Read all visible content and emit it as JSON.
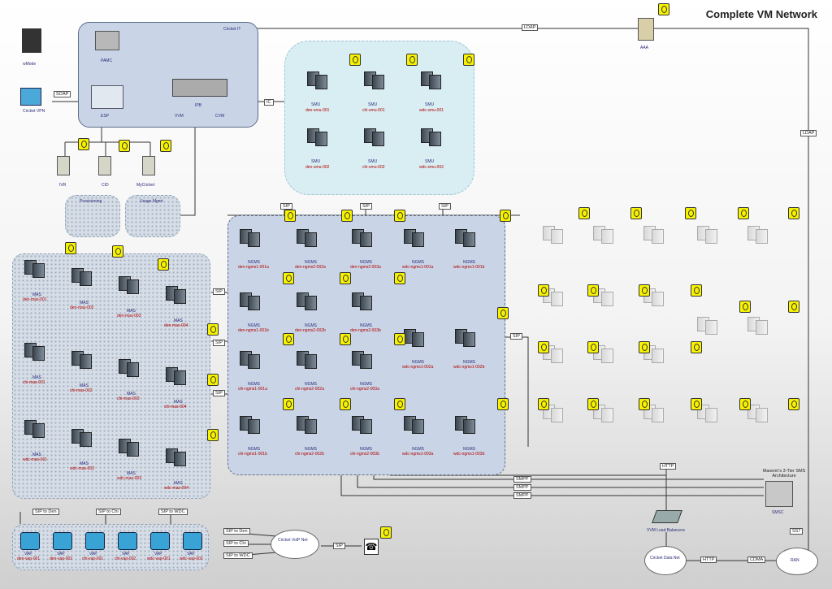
{
  "title": "Complete VM Network",
  "top_nodes": {
    "wmode": "wMode",
    "cricket_vpn": "Cricket VPN",
    "aaa": "AAA",
    "pamc": "PAMC",
    "esp": "ESP",
    "vvm": "VVM",
    "ipb": "IPB",
    "cvm": "CVM",
    "cricket_it": "Cricket IT",
    "ivr": "IVR",
    "cid": "CID",
    "mycricket": "MyCricket",
    "provisioning": "Provisioning",
    "usage_mgmt": "Usage Mgmt"
  },
  "protocols": {
    "soap": "SOAP",
    "ldap": "LDAP",
    "lda": "LDAP",
    "sip": "SIP",
    "http": "HTTP",
    "smpp": "SMPP",
    "cdma": "CDMA",
    "ss7": "SS7",
    "ic": "IC"
  },
  "smu": [
    {
      "role": "SMU",
      "name": "den-smu-001"
    },
    {
      "role": "SMU",
      "name": "chi-smu-001"
    },
    {
      "role": "SMU",
      "name": "wdc-smu-001"
    },
    {
      "role": "SMU",
      "name": "den-smu-002"
    },
    {
      "role": "SMU",
      "name": "chi-smu-002"
    },
    {
      "role": "SMU",
      "name": "wdc-smu-002"
    }
  ],
  "ngms": [
    {
      "role": "NGMS",
      "name": "den-ngms1-001a"
    },
    {
      "role": "NGMS",
      "name": "den-ngms2-002a"
    },
    {
      "role": "NGMS",
      "name": "den-ngms2-003a"
    },
    {
      "role": "NGMS",
      "name": "wdc-ngms1-001a"
    },
    {
      "role": "NGMS",
      "name": "wdc-ngms1-001b"
    },
    {
      "role": "NGMS",
      "name": "den-ngms1-001b"
    },
    {
      "role": "NGMS",
      "name": "den-ngms2-002b"
    },
    {
      "role": "NGMS",
      "name": "den-ngms2-003b"
    },
    {
      "role": "NGMS",
      "name": "wdc-ngms1-002a"
    },
    {
      "role": "NGMS",
      "name": "wdc-ngms1-002b"
    },
    {
      "role": "NGMS",
      "name": "chi-ngms1-001a"
    },
    {
      "role": "NGMS",
      "name": "chi-ngms2-002a"
    },
    {
      "role": "NGMS",
      "name": "chi-ngms2-003a"
    },
    {
      "role": "NGMS",
      "name": "chi-ngms1-001b"
    },
    {
      "role": "NGMS",
      "name": "chi-ngms2-002b"
    },
    {
      "role": "NGMS",
      "name": "chi-ngms2-003b"
    },
    {
      "role": "NGMS",
      "name": "wdc-ngms1-003a"
    },
    {
      "role": "NGMS",
      "name": "wdc-ngms1-003b"
    }
  ],
  "mas": [
    {
      "role": "MAS",
      "name": "den-mas-001"
    },
    {
      "role": "MAS",
      "name": "den-mas-002"
    },
    {
      "role": "MAS",
      "name": "den-mas-003"
    },
    {
      "role": "MAS",
      "name": "den-mas-004"
    },
    {
      "role": "MAS",
      "name": "chi-mas-001"
    },
    {
      "role": "MAS",
      "name": "chi-mas-002"
    },
    {
      "role": "MAS",
      "name": "chi-mas-003"
    },
    {
      "role": "MAS",
      "name": "chi-mas-004"
    },
    {
      "role": "MAS",
      "name": "wdc-mas-001"
    },
    {
      "role": "MAS",
      "name": "wdc-mas-002"
    },
    {
      "role": "MAS",
      "name": "wdc-mas-003"
    },
    {
      "role": "MAS",
      "name": "wdc-mas-004"
    }
  ],
  "vap": [
    {
      "role": "VAP",
      "name": "den-vap-001"
    },
    {
      "role": "VAP",
      "name": "den-vap-002"
    },
    {
      "role": "VAP",
      "name": "chi-vap-001"
    },
    {
      "role": "VAP",
      "name": "chi-vap-002"
    },
    {
      "role": "VAP",
      "name": "wdc-vap-001"
    },
    {
      "role": "VAP",
      "name": "wdc-vap-002"
    }
  ],
  "sip_to": {
    "den": "SIP to Den",
    "chi": "SIP to Chi",
    "wdc": "SIP to WDC"
  },
  "cricket_voip": "Cricket VoIP Net",
  "cricket_data": "Cricket Data Net",
  "ran": "RAN",
  "smsc": "SMSC",
  "smsc_title": "Maxenir's 3-Tier SMS Architecture",
  "vvm_lb": "VVM Load Balancers"
}
